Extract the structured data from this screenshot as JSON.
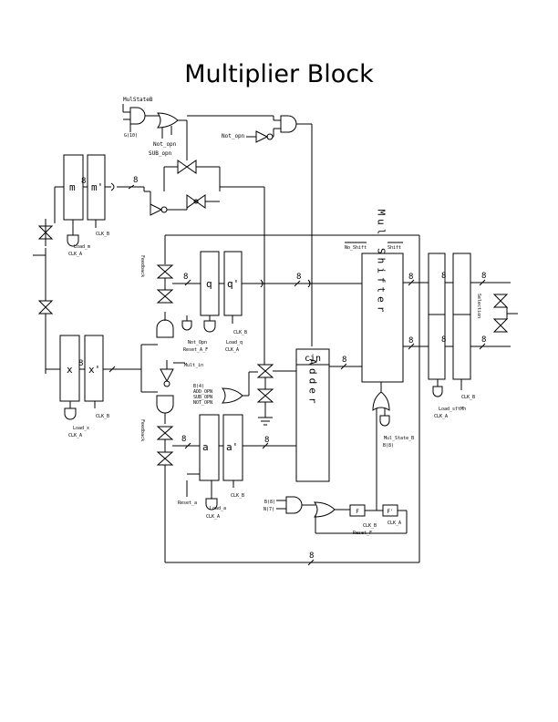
{
  "title": "Multiplier Block",
  "blocks": {
    "m": "m",
    "m_prime": "m'",
    "x": "x",
    "x_prime": "x'",
    "q": "q",
    "q_prime": "q'",
    "a": "a",
    "a_prime": "a'",
    "adder_cin": "cin",
    "adder": "Adder",
    "mul_shifter": "Mul Shifter",
    "ff_f": "F",
    "ff_f_prime": "F'"
  },
  "bus_width": "8",
  "labels": {
    "mul_state_b": "MulStateB",
    "g_10": "G(10)",
    "not_opn_1": "Not_opn",
    "sub_opn": "SUB_opn",
    "not_opn_2": "Not_opn",
    "load_m": "Load_m",
    "clk_a_m": "CLK_A",
    "clk_b_m": "CLK_B",
    "not_opn_q": "Not_Opn",
    "reset_a_f": "Reset_A_F",
    "load_q": "Load_q",
    "clk_a_q": "CLK_A",
    "clk_b_q": "CLK_B",
    "mult_in": "Mult_in",
    "load_x": "Load_x",
    "clk_a_x": "CLK_A",
    "clk_b_x": "CLK_B",
    "b_4": "B(4)",
    "add_opn": "ADD_OPN",
    "sub_opn_2": "SUB_OPN",
    "not_opn_3": "NOT_OPN",
    "reset_a": "Reset_a",
    "load_a": "Load_a",
    "clk_a_a": "CLK_A",
    "clk_b_a": "CLK_B",
    "no_shift": "No_Shift",
    "shift": "Shift",
    "mul_state_b2": "Mul_State_B",
    "b_8": "B(8)",
    "b_8_left": "B(8)",
    "n_7": "N(7)",
    "clk_b_f": "CLK_B",
    "clk_a_f": "CLK_A",
    "reset_f": "Reset_F",
    "load_shift": "Load_sftMh",
    "clk_a_out": "CLK_A",
    "clk_b_out": "CLK_B",
    "feedback_1": "Feedback",
    "feedback_2": "Feedback",
    "selection": "Selection"
  }
}
